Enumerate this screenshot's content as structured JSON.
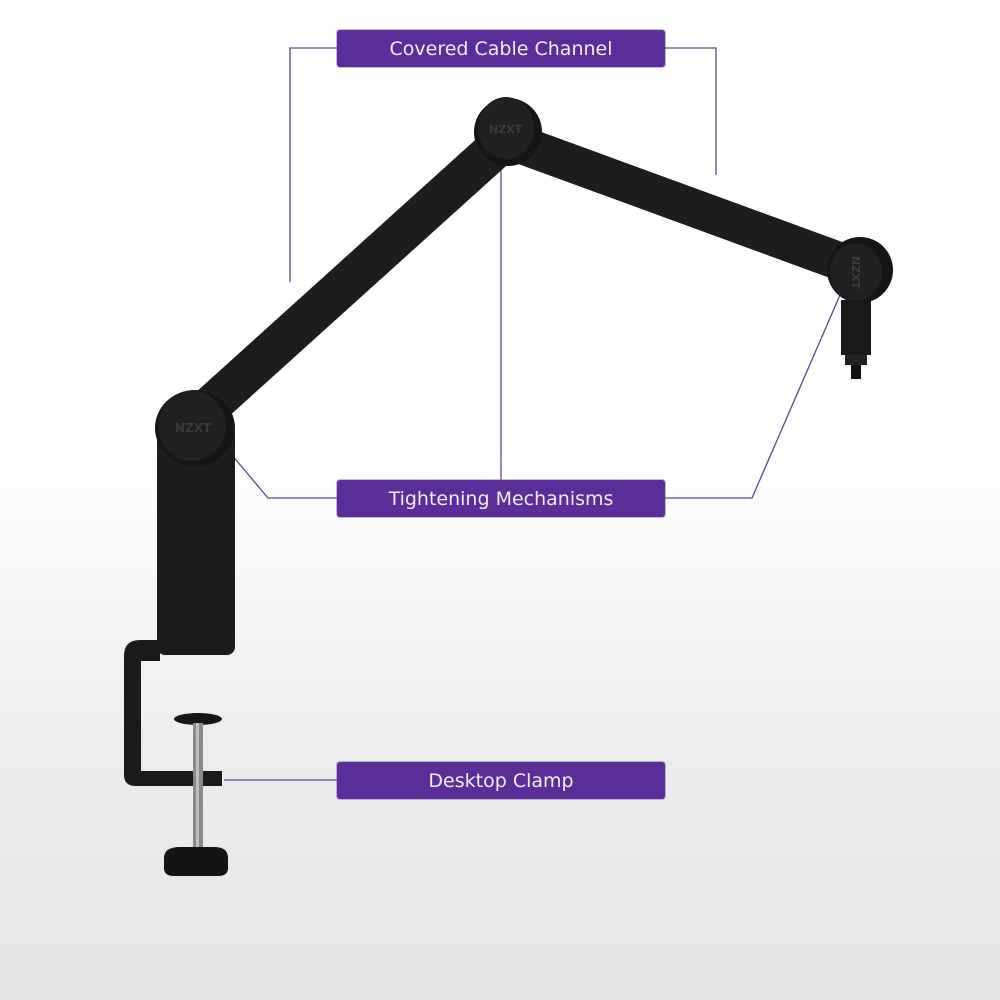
{
  "labels": {
    "cable_channel": "Covered Cable Channel",
    "tightening": "Tightening Mechanisms",
    "clamp": "Desktop Clamp"
  },
  "brand_marks": [
    "NZXT",
    "NZXT",
    "NZXT"
  ],
  "colors": {
    "label_bg": "#5a2d98",
    "leader_line": "#5a4a8a",
    "arm": "#1b1b1b"
  }
}
